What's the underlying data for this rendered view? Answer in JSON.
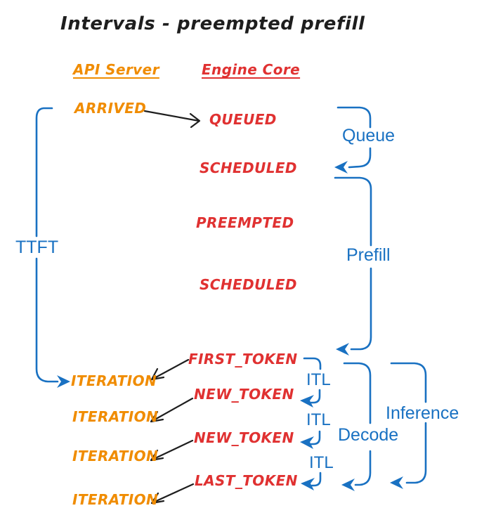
{
  "title": "Intervals - preempted prefill",
  "headers": {
    "api_server": "API Server",
    "engine_core": "Engine Core"
  },
  "api_events": [
    "ARRIVED",
    "ITERATION",
    "ITERATION",
    "ITERATION",
    "ITERATION"
  ],
  "engine_events": [
    "QUEUED",
    "SCHEDULED",
    "PREEMPTED",
    "SCHEDULED",
    "FIRST_TOKEN",
    "NEW_TOKEN",
    "NEW_TOKEN",
    "LAST_TOKEN"
  ],
  "intervals": {
    "ttft": "TTFT",
    "queue": "Queue",
    "prefill": "Prefill",
    "itl_1": "ITL",
    "itl_2": "ITL",
    "itl_3": "ITL",
    "decode": "Decode",
    "inference": "Inference"
  },
  "colors": {
    "api_server_text": "#f08c00",
    "engine_core_text": "#e03131",
    "interval_blue": "#1971c2",
    "arrow_black": "#1e1e1e",
    "background": "#ffffff"
  }
}
